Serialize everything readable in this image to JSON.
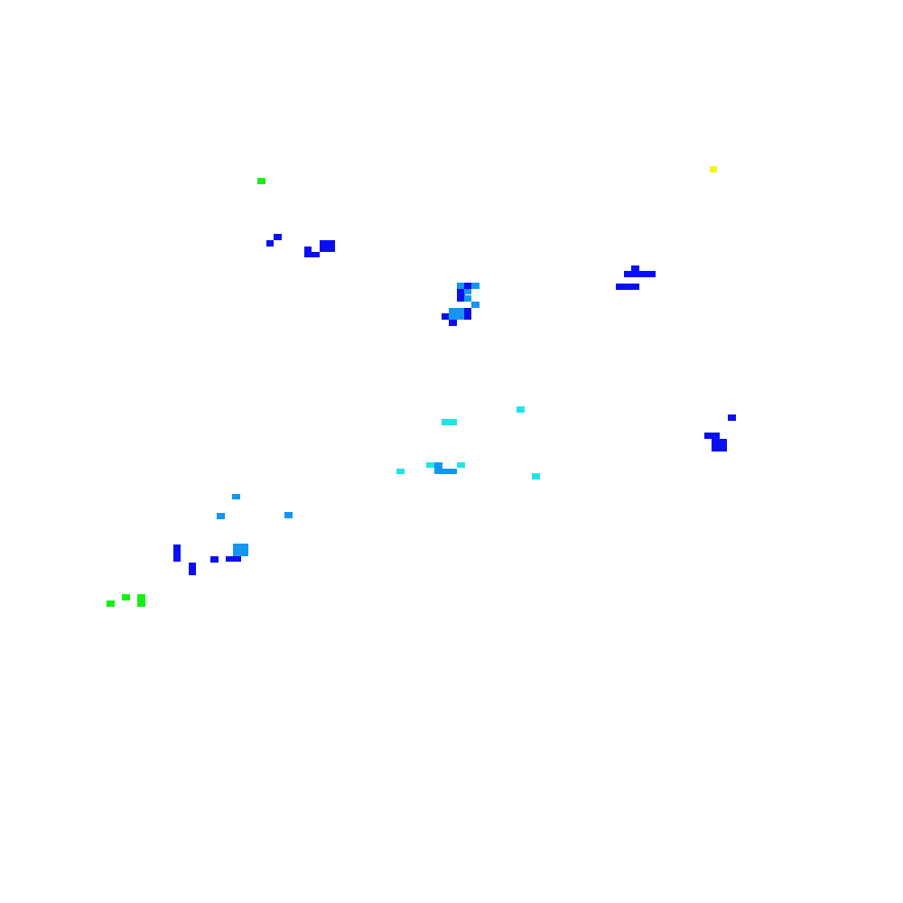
{
  "palette": {
    "background": "#ffffff",
    "dark-blue": "#0a0ff0",
    "mid-blue": "#1496f0",
    "cyan": "#1ee6e6",
    "green": "#14f014",
    "yellow": "#f5f514"
  },
  "clusters": [
    {
      "name": "green-dot-top-left",
      "cells": [
        {
          "color": "green"
        }
      ]
    },
    {
      "name": "yellow-dot-top-right",
      "cells": [
        {
          "color": "yellow"
        }
      ]
    },
    {
      "name": "blue-cluster-upper-left",
      "cells": [
        {
          "color": "dark-blue"
        },
        {
          "color": "dark-blue"
        },
        {
          "color": "dark-blue"
        },
        {
          "color": "dark-blue"
        },
        {
          "color": "dark-blue"
        }
      ]
    },
    {
      "name": "mixed-cluster-center-top",
      "cells": [
        {
          "color": "mid-blue"
        },
        {
          "color": "dark-blue"
        },
        {
          "color": "mid-blue"
        },
        {
          "color": "dark-blue"
        },
        {
          "color": "mid-blue"
        },
        {
          "color": "mid-blue"
        },
        {
          "color": "mid-blue"
        },
        {
          "color": "mid-blue"
        },
        {
          "color": "dark-blue"
        },
        {
          "color": "dark-blue"
        },
        {
          "color": "dark-blue"
        }
      ]
    },
    {
      "name": "blue-cluster-upper-right",
      "cells": [
        {
          "color": "dark-blue"
        },
        {
          "color": "dark-blue"
        },
        {
          "color": "dark-blue"
        },
        {
          "color": "dark-blue"
        }
      ]
    },
    {
      "name": "cyan-cluster-center",
      "cells": [
        {
          "color": "cyan"
        },
        {
          "color": "cyan"
        },
        {
          "color": "cyan"
        },
        {
          "color": "cyan"
        },
        {
          "color": "cyan"
        },
        {
          "color": "mid-blue"
        },
        {
          "color": "mid-blue"
        },
        {
          "color": "cyan"
        }
      ]
    },
    {
      "name": "blue-cluster-right",
      "cells": [
        {
          "color": "dark-blue"
        },
        {
          "color": "dark-blue"
        },
        {
          "color": "dark-blue"
        }
      ]
    },
    {
      "name": "mixed-cluster-lower-left",
      "cells": [
        {
          "color": "mid-blue"
        },
        {
          "color": "mid-blue"
        },
        {
          "color": "mid-blue"
        },
        {
          "color": "mid-blue"
        },
        {
          "color": "dark-blue"
        },
        {
          "color": "dark-blue"
        },
        {
          "color": "dark-blue"
        },
        {
          "color": "dark-blue"
        }
      ]
    },
    {
      "name": "green-cluster-bottom-left",
      "cells": [
        {
          "color": "green"
        },
        {
          "color": "green"
        },
        {
          "color": "green"
        }
      ]
    }
  ]
}
